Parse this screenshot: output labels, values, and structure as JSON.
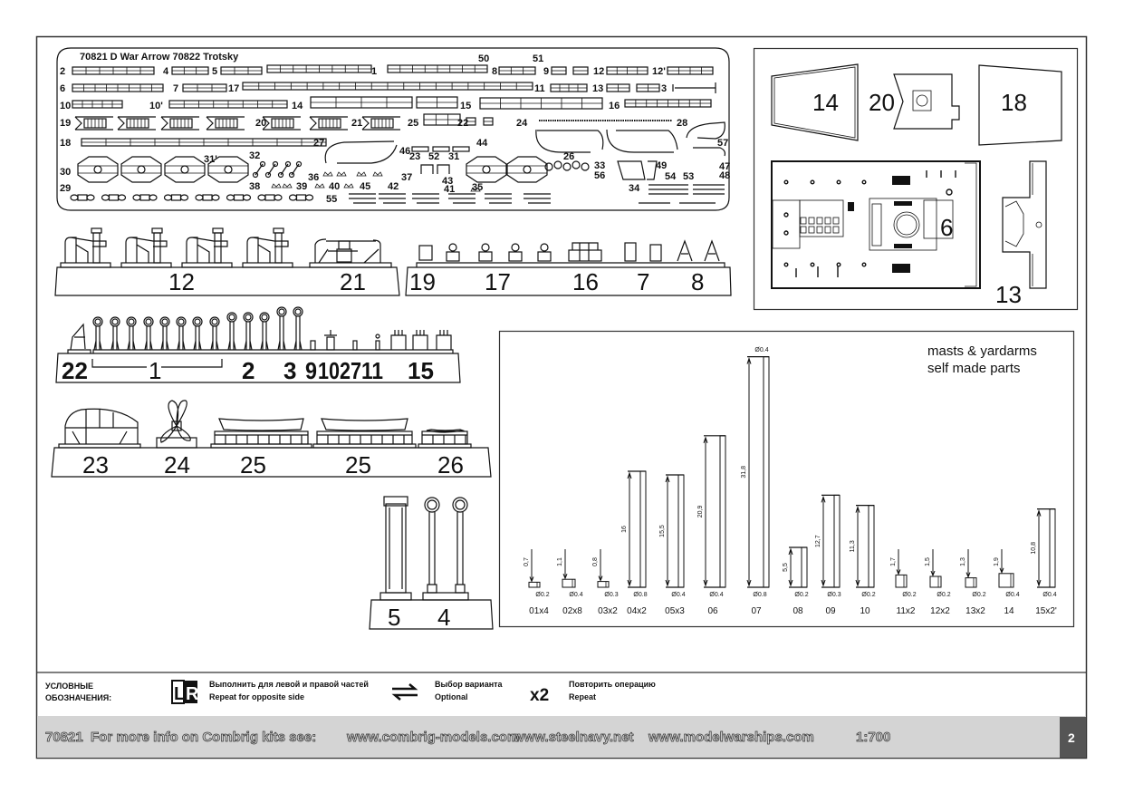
{
  "fret": {
    "title": "70821 D War Arrow 70822 Trotsky",
    "labels": [
      "2",
      "4",
      "5",
      "1",
      "8",
      "9",
      "12",
      "12'",
      "50",
      "51",
      "6",
      "7",
      "17",
      "11",
      "13",
      "3",
      "10",
      "10'",
      "14",
      "15",
      "16",
      "19",
      "20",
      "21",
      "25",
      "22",
      "24",
      "28",
      "18",
      "27",
      "44",
      "57",
      "23",
      "52",
      "31",
      "26",
      "46",
      "31'",
      "32",
      "30",
      "36",
      "37",
      "33",
      "56",
      "49",
      "47",
      "54",
      "53",
      "48",
      "29",
      "38",
      "39",
      "40",
      "45",
      "42",
      "43",
      "41",
      "35",
      "34",
      "55"
    ]
  },
  "deck_parts": {
    "labels": [
      "14",
      "20",
      "18",
      "6",
      "13"
    ]
  },
  "resin": {
    "sprue_a": [
      "12",
      "21"
    ],
    "sprue_b": [
      "19",
      "17",
      "16",
      "7",
      "8"
    ],
    "sprue_c": [
      "22",
      "1",
      "2",
      "3",
      "9",
      "10",
      "27",
      "11",
      "15"
    ],
    "sprue_d": [
      "23",
      "24",
      "25",
      "25",
      "26"
    ],
    "sprue_e": [
      "5",
      "4"
    ]
  },
  "masts": {
    "title_line1": "masts & yardarms",
    "title_line2": "self made parts",
    "items": [
      {
        "label": "01x4",
        "length": "0,7",
        "diameter": "Ø0.2"
      },
      {
        "label": "02x8",
        "length": "1,1",
        "diameter": "Ø0.4"
      },
      {
        "label": "03x2",
        "length": "0,8",
        "diameter": "Ø0.3"
      },
      {
        "label": "04x2",
        "length": "16",
        "diameter": "Ø0.8"
      },
      {
        "label": "05x3",
        "length": "15,5",
        "diameter": "Ø0.4"
      },
      {
        "label": "06",
        "length": "20,9",
        "diameter": "Ø0.4"
      },
      {
        "label": "07",
        "length": "31,8",
        "diameter": "Ø0.8",
        "top_diameter": "Ø0.4"
      },
      {
        "label": "08",
        "length": "5,5",
        "diameter": "Ø0.2"
      },
      {
        "label": "09",
        "length": "12,7",
        "diameter": "Ø0.3"
      },
      {
        "label": "10",
        "length": "11,3",
        "diameter": "Ø0.2"
      },
      {
        "label": "11x2",
        "length": "1,7",
        "diameter": "Ø0.2"
      },
      {
        "label": "12x2",
        "length": "1,5",
        "diameter": "Ø0.2"
      },
      {
        "label": "13x2",
        "length": "1,3",
        "diameter": "Ø0.2"
      },
      {
        "label": "14",
        "length": "1,9",
        "diameter": "Ø0.4"
      },
      {
        "label": "15x2'",
        "length": "10,8",
        "diameter": "Ø0.4"
      }
    ]
  },
  "legend": {
    "heading_line1": "УСЛОВНЫЕ",
    "heading_line2": "ОБОЗНАЧЕНИЯ:",
    "lr_icon_left": "L",
    "lr_icon_right": "R",
    "lr_ru": "Выполнить для левой и правой частей",
    "lr_en": "Repeat for opposite side",
    "optional_ru": "Выбор варианта",
    "optional_en": "Optional",
    "x2_icon": "x2",
    "repeat_ru": "Повторить операцию",
    "repeat_en": "Repeat"
  },
  "footer": {
    "kit_number": "70821",
    "info": "For more info on Combrig kits see:",
    "url1": "www.combrig-models.com",
    "url2": "www.steelnavy.net",
    "url3": "www.modelwarships.com",
    "scale": "1:700",
    "page_number": "2"
  }
}
